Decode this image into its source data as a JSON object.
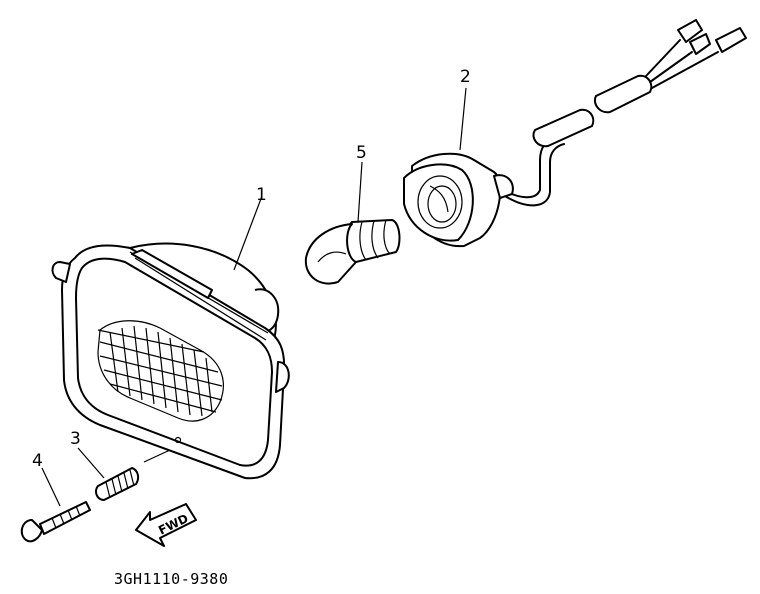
{
  "diagram": {
    "part_number": "3GH1110-9380",
    "direction_label": "FWD",
    "callouts": [
      {
        "id": "1",
        "label": "1",
        "part": "headlight-unit"
      },
      {
        "id": "2",
        "label": "2",
        "part": "bulb-socket-cord"
      },
      {
        "id": "3",
        "label": "3",
        "part": "spring"
      },
      {
        "id": "4",
        "label": "4",
        "part": "adjusting-screw"
      },
      {
        "id": "5",
        "label": "5",
        "part": "bulb"
      }
    ]
  }
}
